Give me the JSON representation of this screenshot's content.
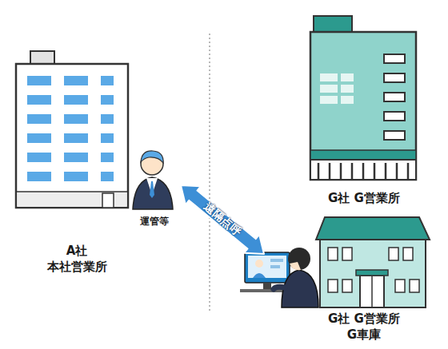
{
  "diagram": {
    "nodes": [
      {
        "text": [
          "A社 本社営業所"
        ]
      },
      {
        "text": [
          "運管等"
        ]
      },
      {
        "text": [
          "G社 G営業所"
        ]
      },
      {
        "text": [
          "G社 G営業所 G車庫"
        ]
      }
    ],
    "edges": [
      {
        "from": 1,
        "to": 3,
        "label": "遠隔点呼",
        "arrow": "both"
      }
    ]
  }
}
